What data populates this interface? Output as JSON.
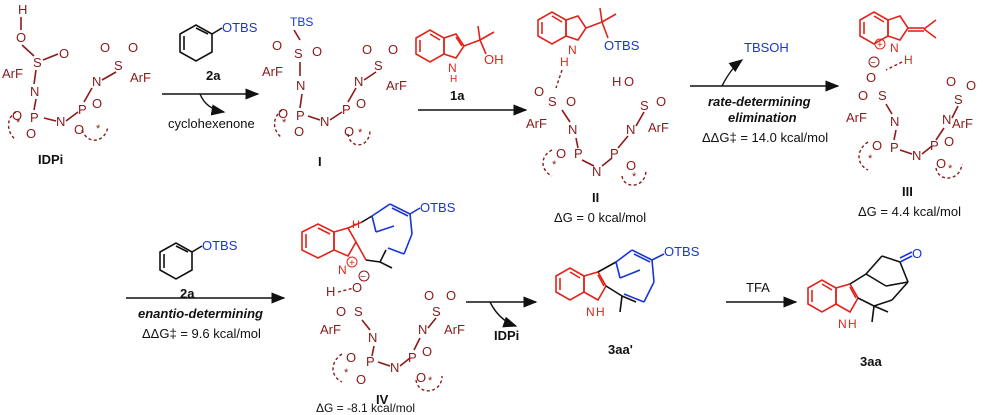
{
  "labels": {
    "idpi": "IDPi",
    "int_i": "I",
    "int_ii": "II",
    "int_iii": "III",
    "int_iv": "IV",
    "cmp_2a": "2a",
    "cmp_2a_b": "2a",
    "cmp_1a": "1a",
    "cmp_3aa_prime": "3aa'",
    "cmp_3aa": "3aa",
    "idpi_release": "IDPi"
  },
  "reagents": {
    "cyclohexenone": "cyclohexenone",
    "tbsoh": "TBSOH",
    "tfa": "TFA"
  },
  "steps": {
    "rate_determining_1": "rate-determining",
    "rate_determining_2": "elimination",
    "enantio_determining": "enantio-determining"
  },
  "energies": {
    "ddg_elim": "ΔΔG‡ = 14.0 kcal/mol",
    "ddg_enantio": "ΔΔG‡ = 9.6 kcal/mol",
    "dg_ii": "ΔG = 0 kcal/mol",
    "dg_iii": "ΔG = 4.4 kcal/mol",
    "dg_iv": "ΔG = -8.1 kcal/mol"
  },
  "atoms": {
    "otbs": "OTBS",
    "tbs": "TBS",
    "h": "H",
    "o": "O",
    "oh": "OH",
    "n": "N",
    "nh": "N",
    "s": "S",
    "p": "P",
    "arf": "ArF",
    "star": "*",
    "plus": "+",
    "minus": "−"
  },
  "colors": {
    "catalyst": "#8b1a1a",
    "substrate": "#e0241b",
    "silyl_enol_ether": "#1a35d6",
    "arrows": "#111111"
  }
}
